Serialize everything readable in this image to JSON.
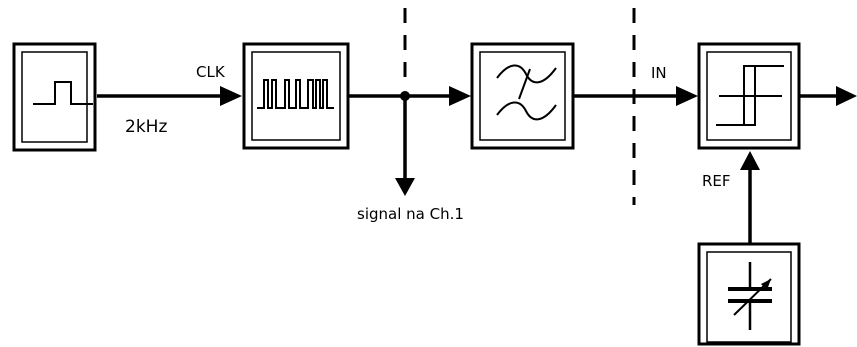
{
  "labels": {
    "clk": "CLK",
    "freq": "2kHz",
    "probe": "signal na Ch.1",
    "in": "IN",
    "ref": "REF"
  },
  "blocks": [
    {
      "name": "square-wave-generator",
      "symbol": "square-pulse-icon"
    },
    {
      "name": "pulse-pattern-generator",
      "symbol": "pulse-train-icon"
    },
    {
      "name": "low-pass-filter",
      "symbol": "filter-icon"
    },
    {
      "name": "comparator",
      "symbol": "hysteresis-icon"
    },
    {
      "name": "adjustable-reference",
      "symbol": "variable-capacitor-icon"
    }
  ],
  "colors": {
    "line": "#000000",
    "background": "#ffffff"
  }
}
